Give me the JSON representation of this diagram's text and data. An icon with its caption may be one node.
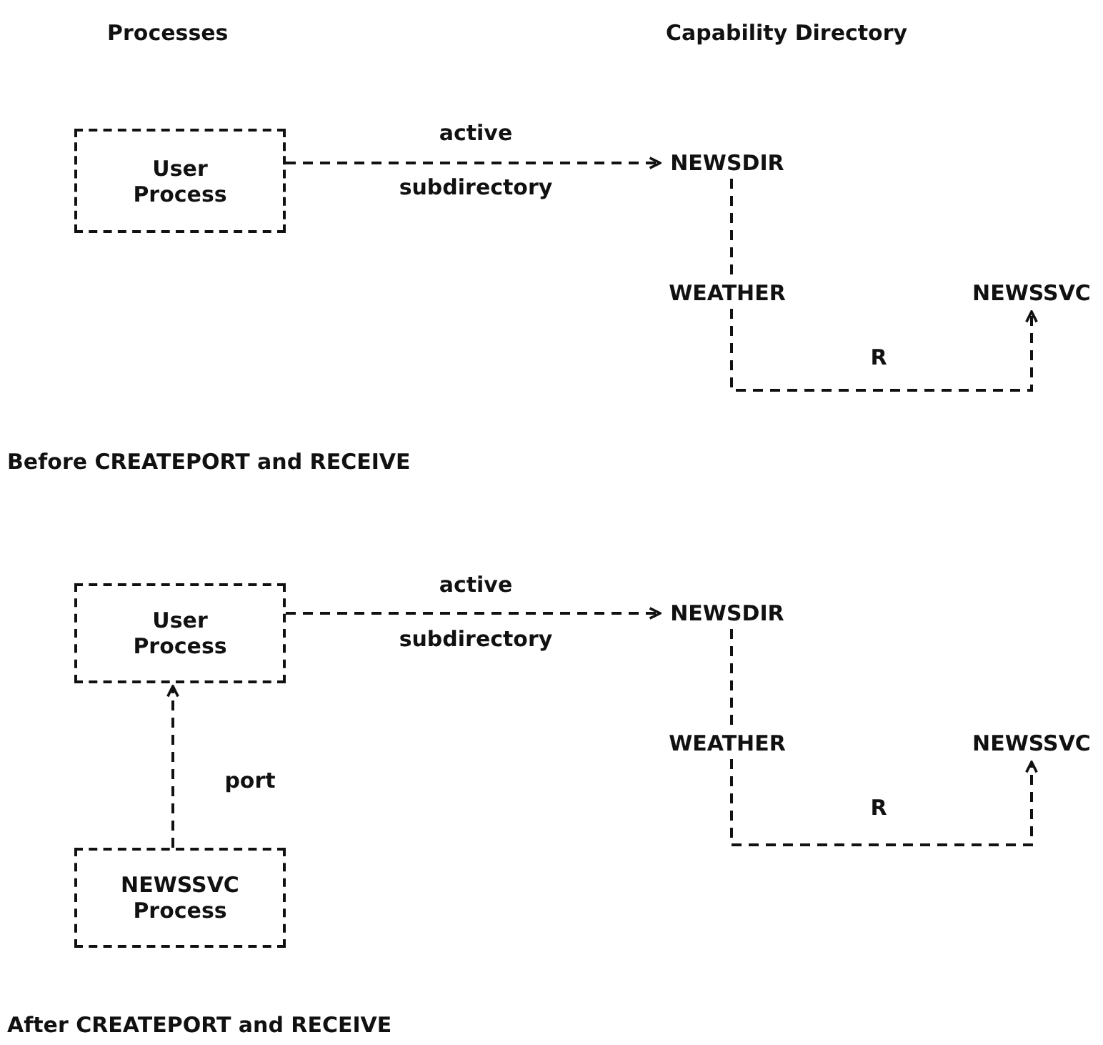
{
  "diagram": {
    "nodes": [
      {
        "text": [
          "User Process"
        ]
      },
      {
        "text": [
          "NEWSDIR"
        ]
      },
      {
        "text": [
          "WEATHER"
        ]
      },
      {
        "text": [
          "NEWSSVC"
        ]
      },
      {
        "text": [
          "User Process"
        ]
      },
      {
        "text": [
          "NEWSSVC Process"
        ]
      },
      {
        "text": [
          "NEWSDIR"
        ]
      },
      {
        "text": [
          "WEATHER"
        ]
      },
      {
        "text": [
          "NEWSSVC"
        ]
      }
    ],
    "edges": [
      {
        "from": 0,
        "to": 1,
        "arrow": "to",
        "label": "active subdirectory"
      },
      {
        "from": 1,
        "to": 2,
        "arrow": "none"
      },
      {
        "from": 2,
        "to": 3,
        "arrow": "to",
        "label": "R"
      },
      {
        "from": 4,
        "to": 6,
        "arrow": "to",
        "label": "active subdirectory"
      },
      {
        "from": 6,
        "to": 7,
        "arrow": "none"
      },
      {
        "from": 7,
        "to": 8,
        "arrow": "to",
        "label": "R"
      },
      {
        "from": 5,
        "to": 4,
        "arrow": "to",
        "label": "port"
      }
    ],
    "labels": [
      "Processes",
      "Capability Directory",
      "Before CREATEPORT and RECEIVE",
      "After CREATEPORT and RECEIVE"
    ]
  }
}
